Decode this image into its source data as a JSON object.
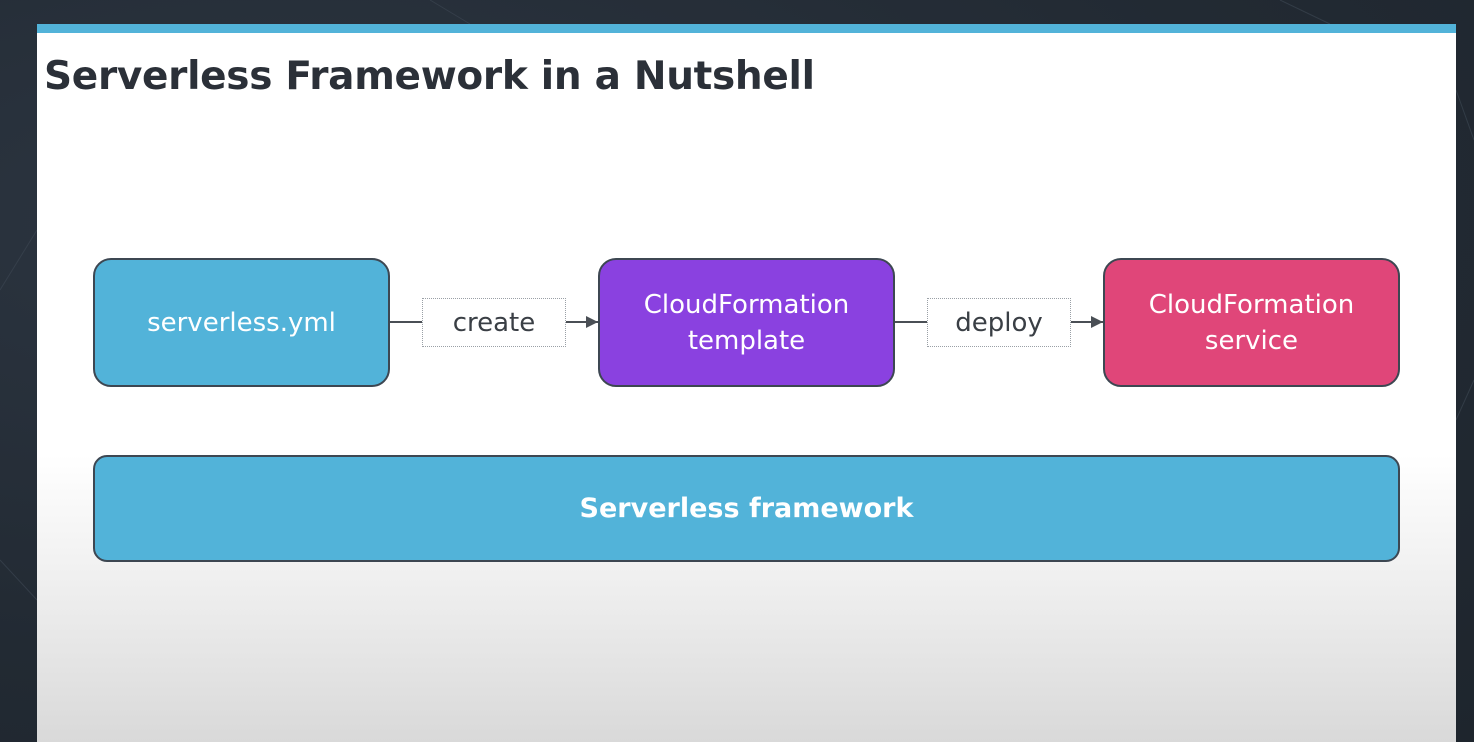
{
  "slide": {
    "title": "Serverless Framework in a Nutshell"
  },
  "nodes": {
    "serverless_yml": {
      "label": "serverless.yml",
      "color": "#52b3d9"
    },
    "cf_template": {
      "line1": "CloudFormation",
      "line2": "template",
      "color": "#8a41e0"
    },
    "cf_service": {
      "line1": "CloudFormation",
      "line2": "service",
      "color": "#e04679"
    },
    "framework": {
      "label": "Serverless framework",
      "color": "#52b3d9"
    }
  },
  "edges": {
    "create": {
      "label": "create"
    },
    "deploy": {
      "label": "deploy"
    }
  },
  "colors": {
    "accent_bar": "#52b3d9",
    "title_text": "#2b3038"
  }
}
